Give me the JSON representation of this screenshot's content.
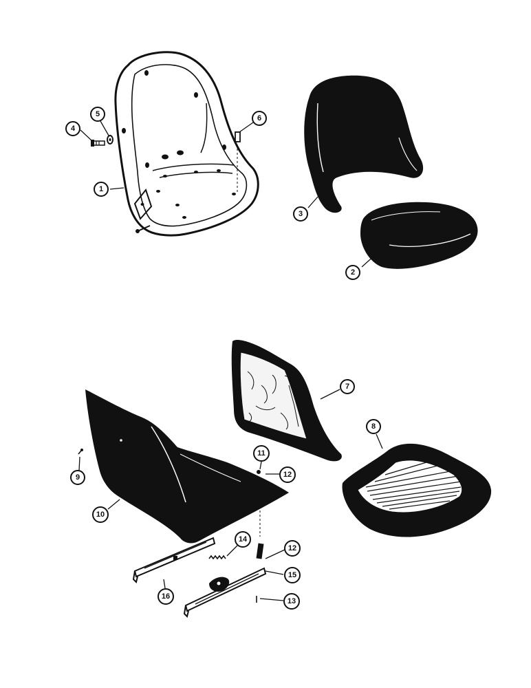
{
  "colors": {
    "ink": "#111111",
    "paper": "#ffffff"
  },
  "callouts": {
    "c1": "1",
    "c2": "2",
    "c3": "3",
    "c4": "4",
    "c5": "5",
    "c6": "6",
    "c7": "7",
    "c8": "8",
    "c9": "9",
    "c10": "10",
    "c11": "11",
    "c12a": "12",
    "c12b": "12",
    "c13": "13",
    "c14": "14",
    "c15": "15",
    "c16": "16"
  }
}
